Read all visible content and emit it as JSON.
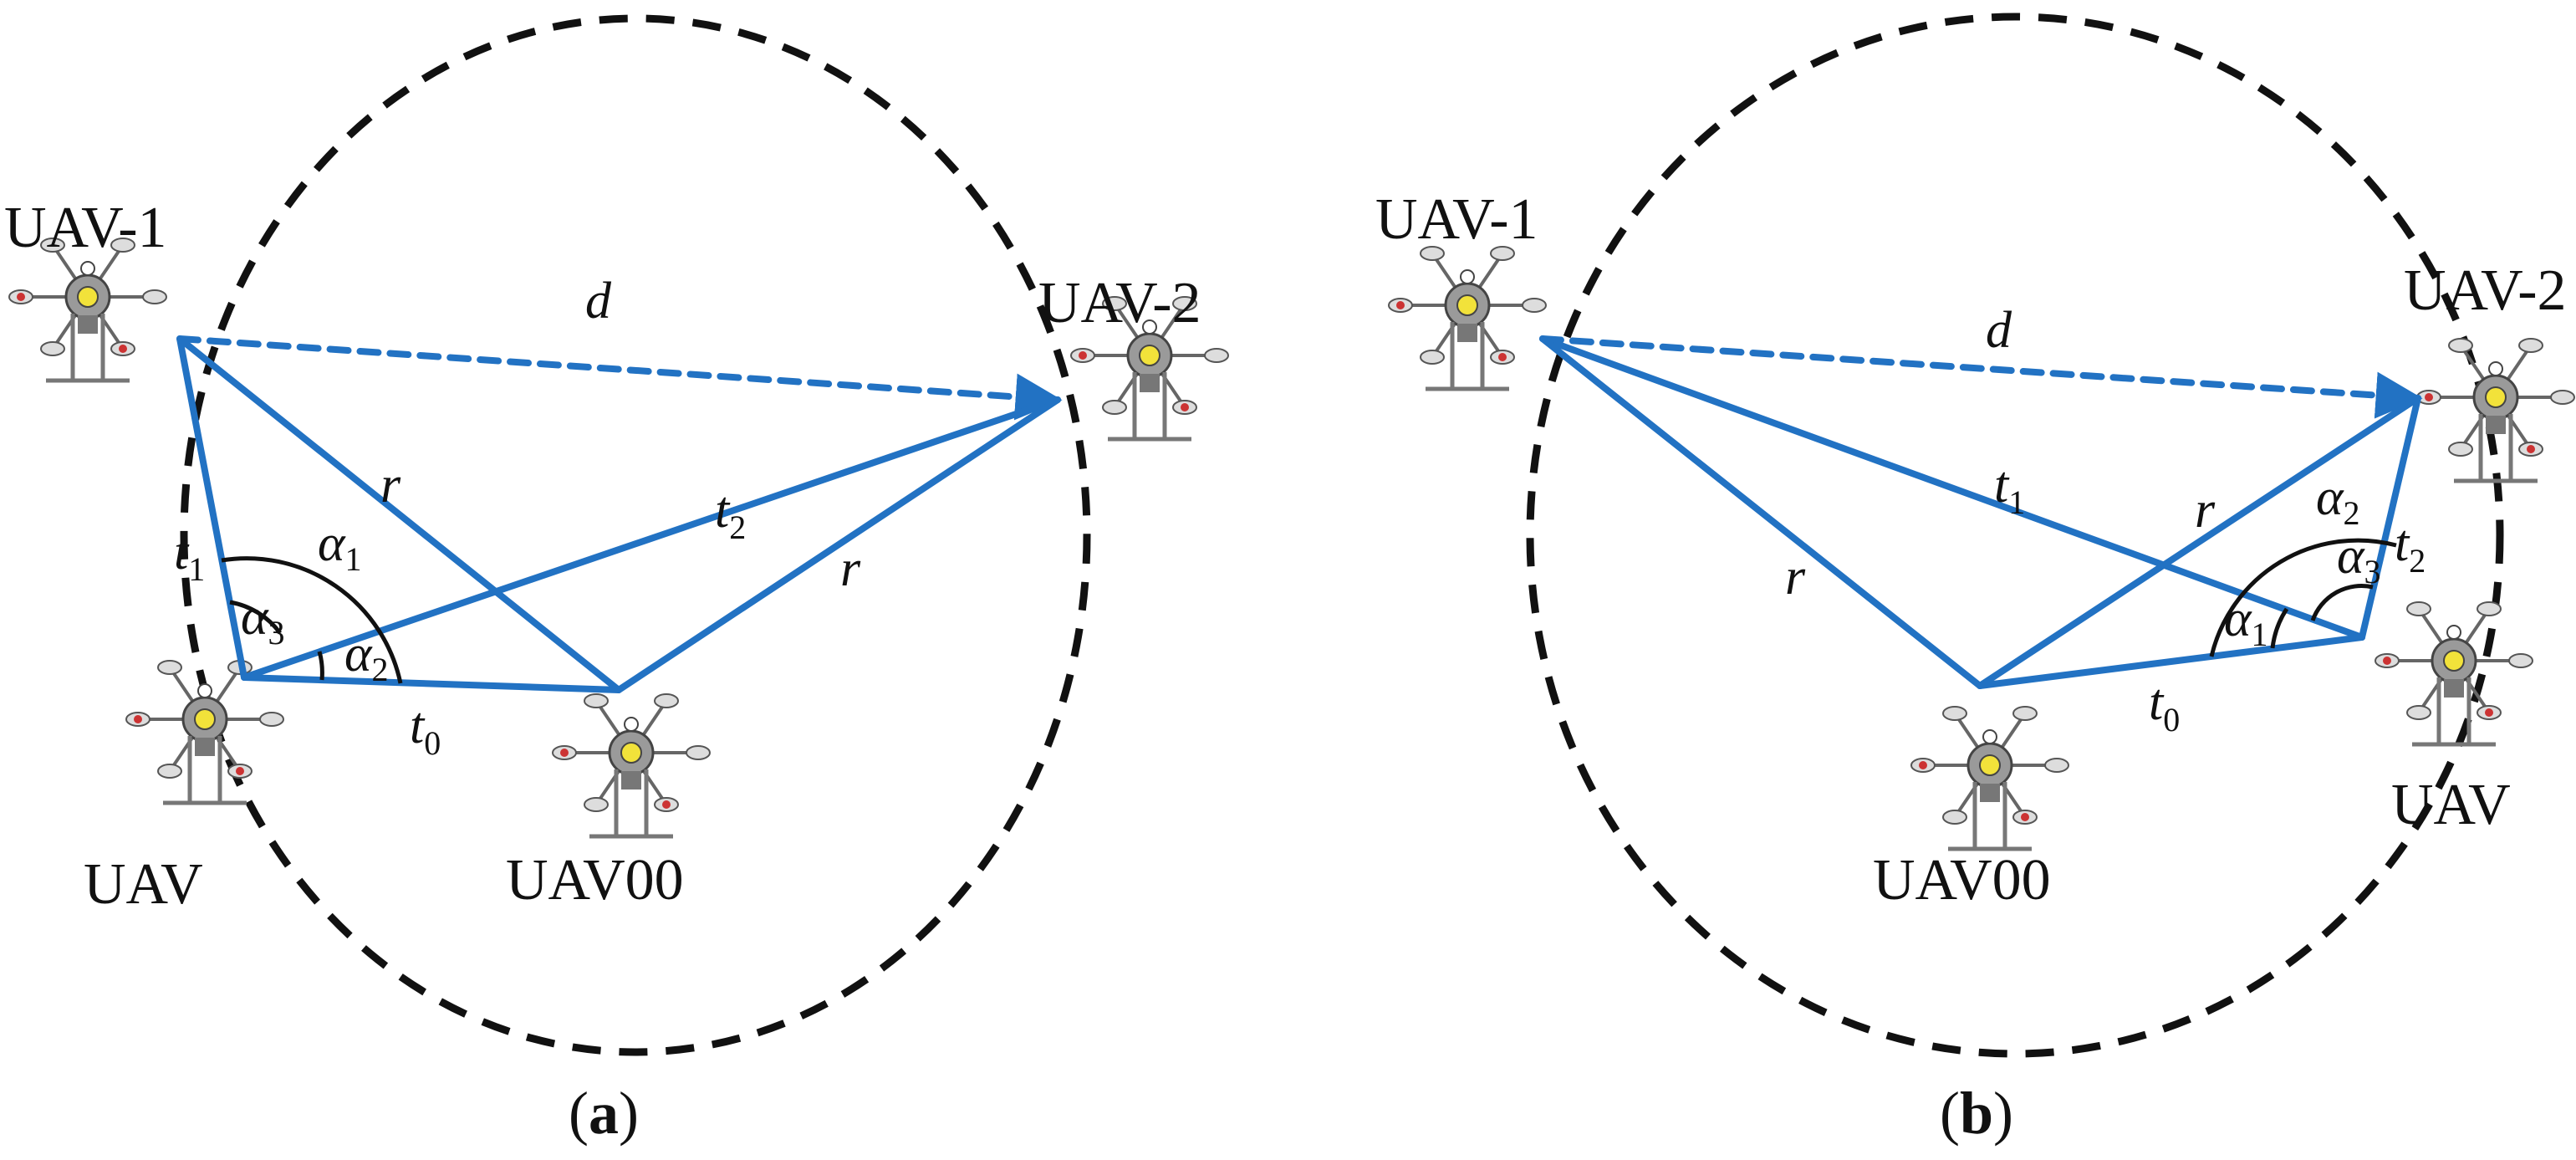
{
  "colors": {
    "circle": "#111111",
    "line": "#2272c3",
    "text": "#111111",
    "drone_frame": "#555555"
  },
  "panels": [
    {
      "caption_open": "(",
      "caption_letter": "a",
      "caption_close": ")",
      "nodes": {
        "uav1": "UAV-1",
        "uav2": "UAV-2",
        "uav": "UAV",
        "uav00": "UAV00"
      },
      "edges": {
        "d": "d",
        "r_left": "r",
        "r_right": "r",
        "t1": "t",
        "t1_sub": "1",
        "t2": "t",
        "t2_sub": "2",
        "t0": "t",
        "t0_sub": "0"
      },
      "angles": {
        "a1": "α",
        "a1_sub": "1",
        "a2": "α",
        "a2_sub": "2",
        "a3": "α",
        "a3_sub": "3"
      }
    },
    {
      "caption_open": "(",
      "caption_letter": "b",
      "caption_close": ")",
      "nodes": {
        "uav1": "UAV-1",
        "uav2": "UAV-2",
        "uav": "UAV",
        "uav00": "UAV00"
      },
      "edges": {
        "d": "d",
        "r_left": "r",
        "r_right": "r",
        "t1": "t",
        "t1_sub": "1",
        "t2": "t",
        "t2_sub": "2",
        "t0": "t",
        "t0_sub": "0"
      },
      "angles": {
        "a1": "α",
        "a1_sub": "1",
        "a2": "α",
        "a2_sub": "2",
        "a3": "α",
        "a3_sub": "3"
      }
    }
  ]
}
